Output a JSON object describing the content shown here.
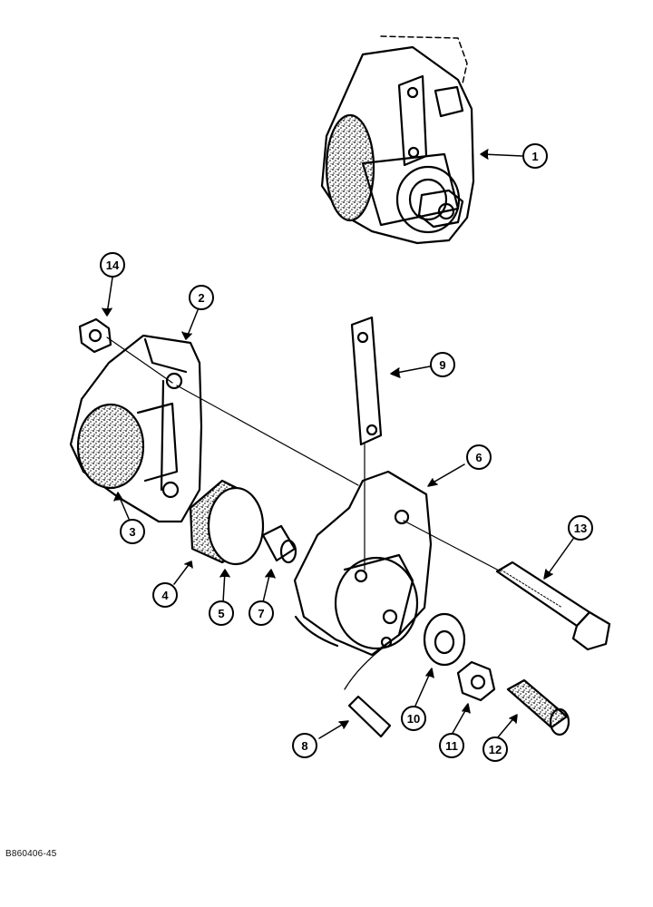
{
  "figure_code": "B860406-45",
  "callouts": [
    {
      "id": "callout-1",
      "label": "1"
    },
    {
      "id": "callout-2",
      "label": "2"
    },
    {
      "id": "callout-3",
      "label": "3"
    },
    {
      "id": "callout-4",
      "label": "4"
    },
    {
      "id": "callout-5",
      "label": "5"
    },
    {
      "id": "callout-6",
      "label": "6"
    },
    {
      "id": "callout-7",
      "label": "7"
    },
    {
      "id": "callout-8",
      "label": "8"
    },
    {
      "id": "callout-9",
      "label": "9"
    },
    {
      "id": "callout-10",
      "label": "10"
    },
    {
      "id": "callout-11",
      "label": "11"
    },
    {
      "id": "callout-12",
      "label": "12"
    },
    {
      "id": "callout-13",
      "label": "13"
    },
    {
      "id": "callout-14",
      "label": "14"
    }
  ]
}
